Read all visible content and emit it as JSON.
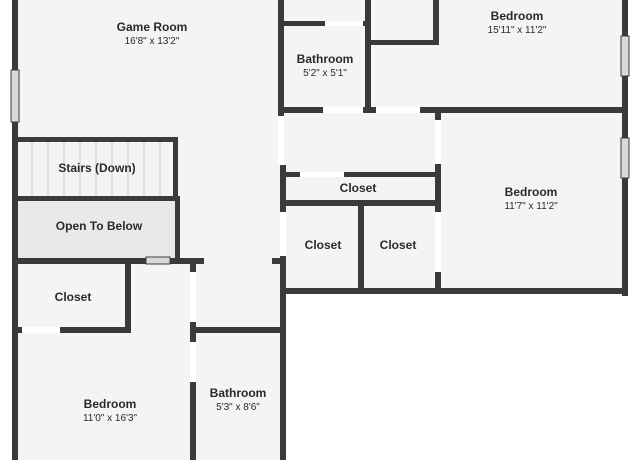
{
  "rooms": {
    "game_room": {
      "name": "Game Room",
      "dims": "16'8\" x 13'2\""
    },
    "bedroom_ne": {
      "name": "Bedroom",
      "dims": "15'11\" x 11'2\""
    },
    "bathroom_top": {
      "name": "Bathroom",
      "dims": "5'2\" x 5'1\""
    },
    "stairs": {
      "name": "Stairs (Down)"
    },
    "open_below": {
      "name": "Open To Below"
    },
    "closet_hall": {
      "name": "Closet"
    },
    "bedroom_e": {
      "name": "Bedroom",
      "dims": "11'7\" x 11'2\""
    },
    "closet_mid_left": {
      "name": "Closet"
    },
    "closet_mid_right": {
      "name": "Closet"
    },
    "closet_sw": {
      "name": "Closet"
    },
    "bedroom_sw": {
      "name": "Bedroom",
      "dims": "11'0\" x 16'3\""
    },
    "bathroom_bottom": {
      "name": "Bathroom",
      "dims": "5'3\" x 8'6\""
    }
  },
  "colors": {
    "wall": "#3a3a3a",
    "floor": "#f4f4f4",
    "opening": "#ffffff",
    "window": "#d9d9d9"
  }
}
